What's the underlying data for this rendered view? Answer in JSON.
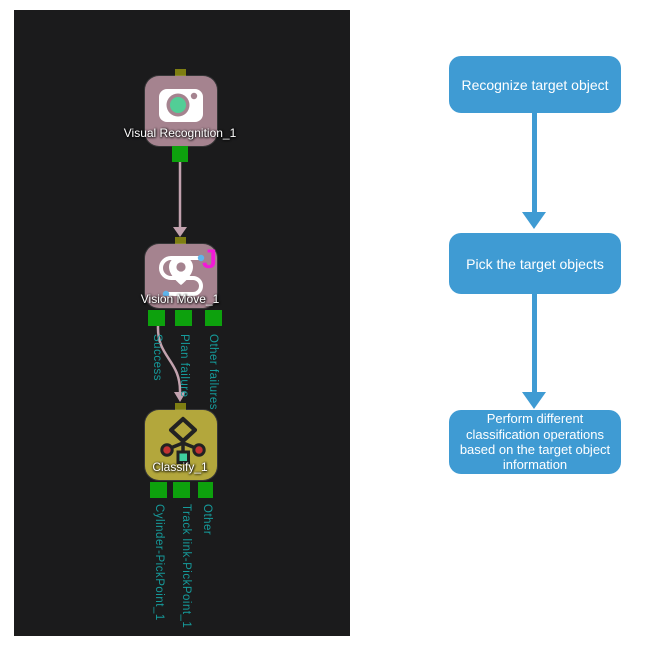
{
  "left_panel": {
    "title": "workflow-editor-canvas",
    "background": "#1b1b1c",
    "nodes": [
      {
        "label": "Visual Recognition_1",
        "icon": "camera-icon",
        "color": "#a5838f"
      },
      {
        "label": "Vision Move_1",
        "icon": "route-pin-icon",
        "color": "#a5838f",
        "badge": "J"
      },
      {
        "label": "Classify_1",
        "icon": "decision-tree-icon",
        "color": "#b3a73c"
      }
    ],
    "vision_move_out_labels": [
      "Success",
      "Plan failure",
      "Other failures"
    ],
    "classify_out_labels": [
      "Cylinder-PickPoint_1",
      "Track link-PickPoint_1",
      "Other"
    ],
    "colors": {
      "entry_port_olive": "#7e7e12",
      "exit_port_green": "#0da10d",
      "edge_pink": "#c2a2ae",
      "port_label_teal": "#169b9b",
      "badge_magenta": "#f318d8",
      "lens_green": "#52ce96",
      "branch_red": "#c23232",
      "leaf_teal": "#3fd0a0"
    }
  },
  "flowchart": {
    "accent": "#3f9bd3",
    "steps": [
      "Recognize target object",
      "Pick the target objects",
      "Perform different classification operations based on the target object information"
    ]
  }
}
